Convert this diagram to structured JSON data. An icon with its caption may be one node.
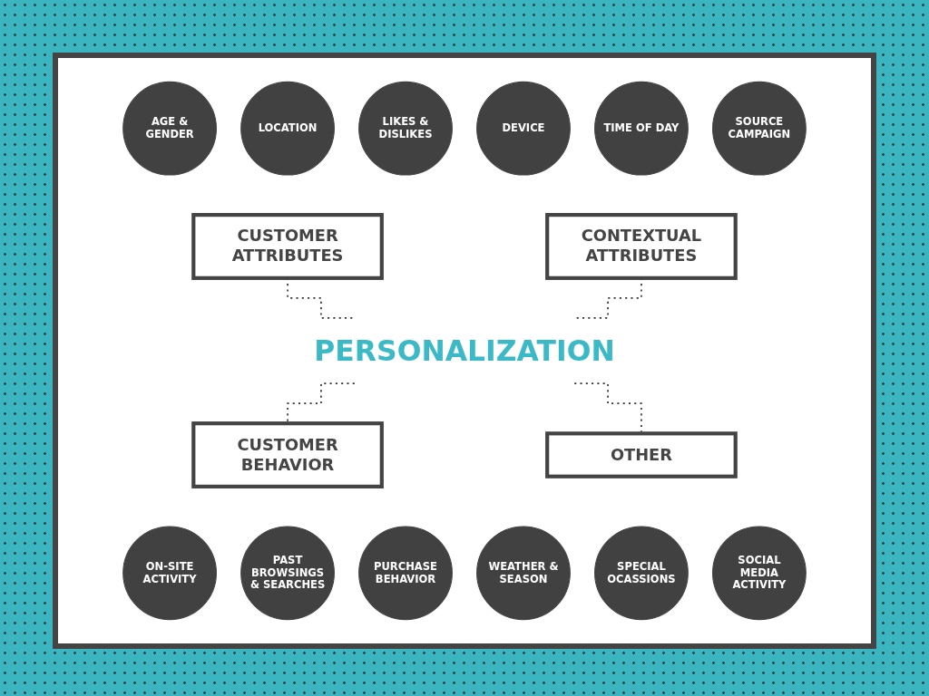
{
  "diagram": {
    "nodes": [
      {
        "text": [
          "AGE & GENDER"
        ]
      },
      {
        "text": [
          "LOCATION"
        ]
      },
      {
        "text": [
          "LIKES & DISLIKES"
        ]
      },
      {
        "text": [
          "DEVICE"
        ]
      },
      {
        "text": [
          "TIME OF DAY"
        ]
      },
      {
        "text": [
          "SOURCE CAMPAIGN"
        ]
      },
      {
        "text": [
          "CUSTOMER ATTRIBUTES"
        ]
      },
      {
        "text": [
          "CONTEXTUAL ATTRIBUTES"
        ]
      },
      {
        "text": [
          "PERSONALIZATION"
        ]
      },
      {
        "text": [
          "CUSTOMER BEHAVIOR"
        ]
      },
      {
        "text": [
          "OTHER"
        ]
      },
      {
        "text": [
          "ON-SITE ACTIVITY"
        ]
      },
      {
        "text": [
          "PAST BROWSINGS & SEARCHES"
        ]
      },
      {
        "text": [
          "PURCHASE BEHAVIOR"
        ]
      },
      {
        "text": [
          "WEATHER & SEASON"
        ]
      },
      {
        "text": [
          "SPECIAL OCASSIONS"
        ]
      },
      {
        "text": [
          "SOCIAL MEDIA ACTIVITY"
        ]
      }
    ],
    "edges": [
      {
        "from": 6,
        "to": 8,
        "arrow": "none",
        "style": "dashed"
      },
      {
        "from": 7,
        "to": 8,
        "arrow": "none",
        "style": "dashed"
      },
      {
        "from": 8,
        "to": 9,
        "arrow": "none",
        "style": "dashed"
      },
      {
        "from": 8,
        "to": 10,
        "arrow": "none",
        "style": "dashed"
      }
    ]
  }
}
